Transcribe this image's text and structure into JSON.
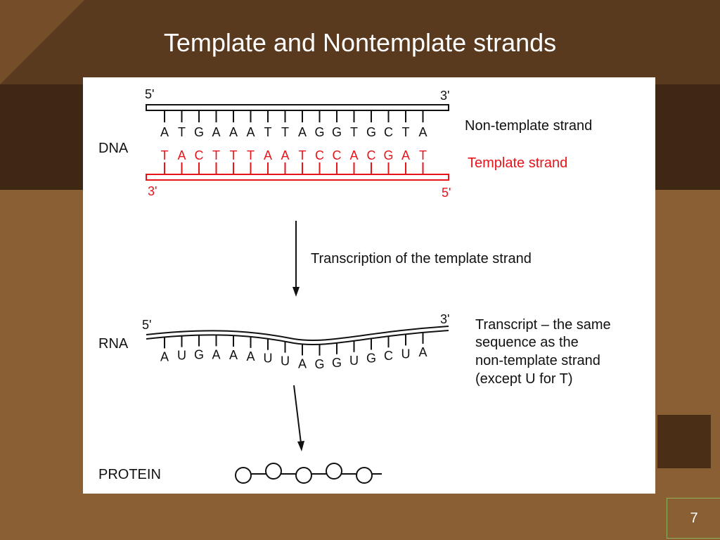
{
  "slide": {
    "title": "Template and Nontemplate strands",
    "page_number": "7"
  },
  "diagram": {
    "dna": {
      "label": "DNA",
      "top_strand_end_5": "5'",
      "top_strand_end_3": "3'",
      "bottom_strand_end_3": "3'",
      "bottom_strand_end_5": "5'",
      "nontemplate_bases": [
        "A",
        "T",
        "G",
        "A",
        "A",
        "A",
        "T",
        "T",
        "A",
        "G",
        "G",
        "T",
        "G",
        "C",
        "T",
        "A"
      ],
      "template_bases": [
        "T",
        "A",
        "C",
        "T",
        "T",
        "T",
        "A",
        "A",
        "T",
        "C",
        "C",
        "A",
        "C",
        "G",
        "A",
        "T"
      ],
      "nontemplate_label": "Non-template strand",
      "template_label": "Template strand",
      "template_color": "#e8141b"
    },
    "transcription_label": "Transcription of the template strand",
    "rna": {
      "label": "RNA",
      "end_5": "5'",
      "end_3": "3'",
      "bases": [
        "A",
        "U",
        "G",
        "A",
        "A",
        "A",
        "U",
        "U",
        "A",
        "G",
        "G",
        "U",
        "G",
        "C",
        "U",
        "A"
      ],
      "note_lines": [
        "Transcript – the same",
        "sequence as the",
        "non-template strand",
        "(except U for T)"
      ]
    },
    "protein": {
      "label": "PROTEIN",
      "bead_count": 5
    }
  }
}
